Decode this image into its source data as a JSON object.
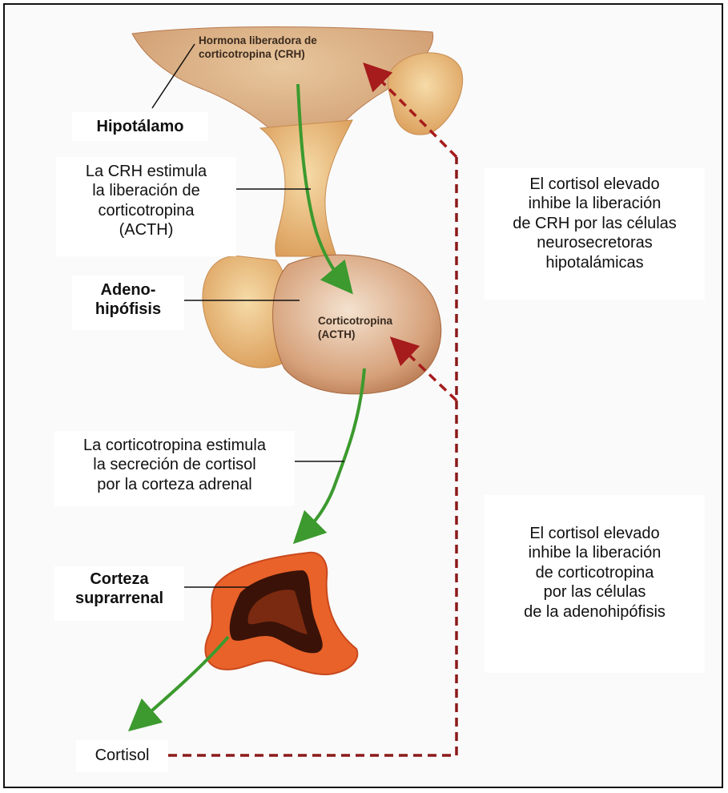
{
  "labels": {
    "crh_hormone": "Hormona liberadora de\ncorticotropina (CRH)",
    "hipotalamo": "Hipotálamo",
    "crh_stimulates": "La CRH estimula\nla liberación de\ncorticotropina\n(ACTH)",
    "adenohipofisis": "Adeno-\nhipófisis",
    "acth": "Corticotropina\n(ACTH)",
    "acth_stimulates": "La corticotropina estimula\nla secreción de cortisol\npor la corteza adrenal",
    "corteza": "Corteza\nsuprarrenal",
    "cortisol": "Cortisol",
    "feedback_crh": "El cortisol elevado\ninhibe la liberación\nde CRH por las células\nneurosecretoras\nhipotalámicas",
    "feedback_acth": "El cortisol elevado\ninhibe la liberación\nde corticotropina\npor las células\nde la adenohipófisis"
  },
  "colors": {
    "stimulation_arrow": "#3c9a2e",
    "inhibition_line": "#8b1a1a",
    "hypothalamus_tissue": "#e8b97a",
    "pituitary_tissue": "#d9a06a",
    "adrenal_cortex": "#e8622a",
    "adrenal_medulla": "#3a1208"
  }
}
